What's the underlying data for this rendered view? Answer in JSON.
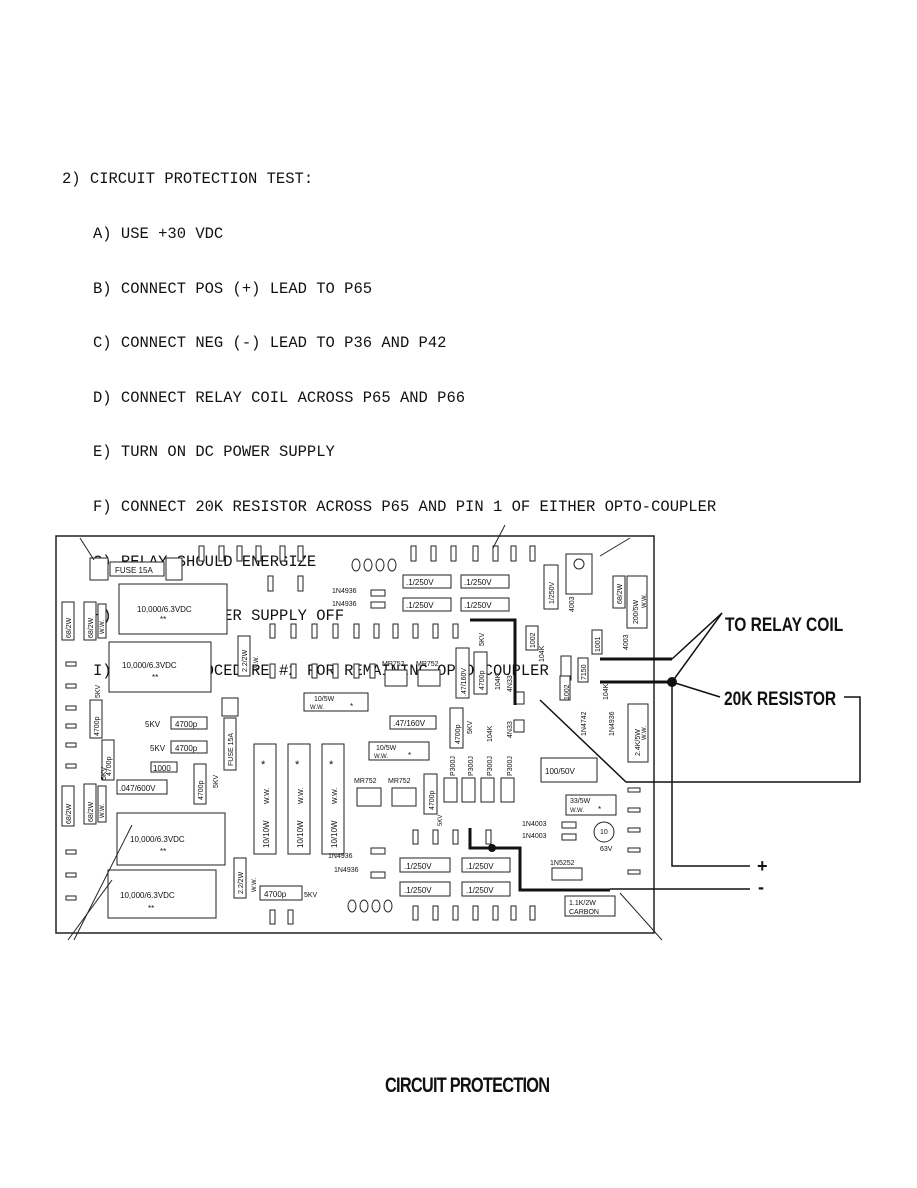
{
  "procedure": {
    "heading": "2) CIRCUIT PROTECTION TEST:",
    "steps": [
      "A) USE +30 VDC",
      "B) CONNECT POS (+) LEAD TO P65",
      "C) CONNECT NEG (-) LEAD TO P36 AND P42",
      "D) CONNECT RELAY COIL ACROSS P65 AND P66",
      "E) TURN ON DC POWER SUPPLY",
      "F) CONNECT 20K RESISTOR ACROSS P65 AND PIN 1 OF EITHER OPTO-COUPLER",
      "G) RELAY SHOULD ENERGIZE",
      "H) TURN DC POWER SUPPLY OFF",
      "I) REPEAT PROCEDURE #2 FOR REMAINING OPTO-COUPLER"
    ]
  },
  "external_labels": {
    "relay_coil": "TO RELAY COIL",
    "resistor": "20K RESISTOR",
    "plus": "+",
    "minus": "-"
  },
  "board": {
    "fuse_top": "FUSE 15A",
    "fuse_mid": "FUSE 15A",
    "cap_big_1": "10,000/6.3VDC",
    "cap_big_2": "10,000/6.3VDC",
    "cap_big_3": "10,000/6.3VDC",
    "cap_big_4": "10,000/6.3VDC",
    "stars": "**",
    "r_68_2w": "68/2W",
    "ww": "W.W.",
    "r_2_2_2w": "2.2/2W",
    "c_4700p": "4700p",
    "kv5": "5KV",
    "c_047_600v": ".047/600V",
    "r_1000": "1000",
    "r_10_10w": "10/10W",
    "r_10_5w": "10/5W",
    "c_01_250v": ".1/250V",
    "c_047_160v": ".47/160V",
    "c_47_160v": ".47/160V",
    "diode_1n4936": "1N4936",
    "mr752": "MR752",
    "p300j": "P300J",
    "c_100_50v": "100/50V",
    "r_33_5w": "33/5W",
    "d_1n4003": "1N4003",
    "d_1n5252": "1N5252",
    "r_1_1k_2w": "1.1K/2W",
    "carbon": "CARBON",
    "r_2_4k_5w": "2.4K/5W",
    "r_200_5w": "200/5W",
    "c_1_250v_v": "1/250V",
    "d_4003": "4003",
    "r_1002": "1002",
    "r_7150": "7150",
    "r_1001": "1001",
    "r_104k": "104K",
    "d_1n4742": "1N4742",
    "opto_4n33": "4N33",
    "c_10_63v": "10",
    "v63": "63V",
    "star": "*"
  },
  "caption": "CIRCUIT PROTECTION"
}
